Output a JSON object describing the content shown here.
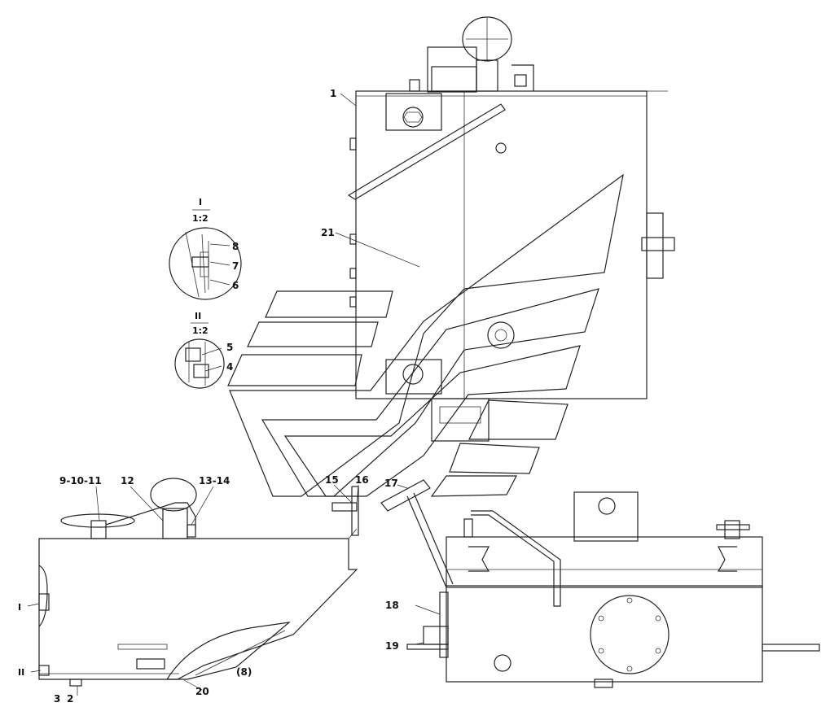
{
  "callouts": {
    "c1": "1",
    "c21": "21",
    "c8": "8",
    "c7": "7",
    "c6": "6",
    "c5": "5",
    "c4": "4",
    "c9_10_11": "9-10-11",
    "c12": "12",
    "c13_14": "13-14",
    "c15": "15",
    "c16": "16",
    "c17": "17",
    "c18": "18",
    "c19": "19",
    "c20": "20",
    "c8_paren": "(8)",
    "c3": "3",
    "c2": "2"
  },
  "details": {
    "detail_I": {
      "label": "I",
      "scale": "1:2"
    },
    "detail_II": {
      "label": "II",
      "scale": "1:2"
    }
  },
  "section_marks": {
    "mark_I": "I",
    "mark_II": "II"
  },
  "icons": [
    "tank-cap-icon",
    "bolt-icon",
    "drain-plug-icon",
    "swoosh-decal-icon"
  ],
  "colors": {
    "line": "#222222",
    "background": "#ffffff"
  }
}
